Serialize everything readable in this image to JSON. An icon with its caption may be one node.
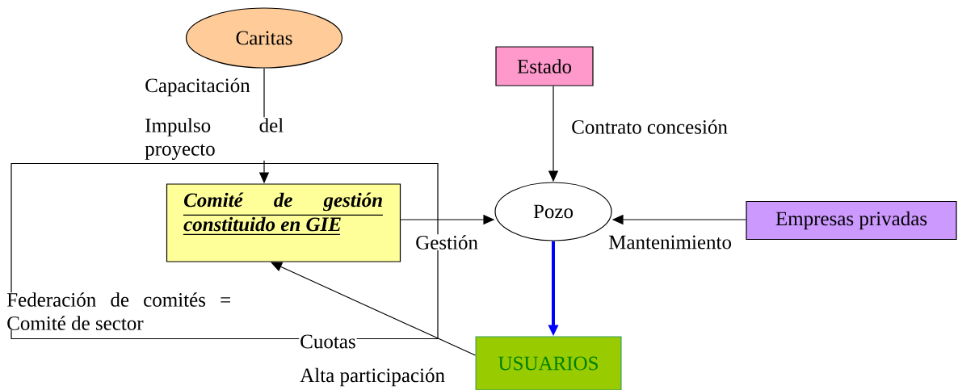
{
  "diagram": {
    "nodes": [
      {
        "text": [
          "Caritas"
        ]
      },
      {
        "text": [
          "Federación de comités = Comité de sector"
        ]
      },
      {
        "text": [
          "Comité de gestión constituido en GIE"
        ],
        "in": 1
      },
      {
        "text": [
          "Estado"
        ]
      },
      {
        "text": [
          "Pozo"
        ]
      },
      {
        "text": [
          "Empresas privadas"
        ]
      },
      {
        "text": [
          "USUARIOS"
        ]
      }
    ],
    "edges": [
      {
        "from": 0,
        "to": 2,
        "arrow": "to",
        "label": "Capacitación"
      },
      {
        "from": 2,
        "to": 4,
        "arrow": "to",
        "label": "Gestión"
      },
      {
        "from": 3,
        "to": 4,
        "arrow": "to",
        "label": "Contrato concesión"
      },
      {
        "from": 5,
        "to": 4,
        "arrow": "to",
        "label": "Mantenimiento"
      },
      {
        "from": 4,
        "to": 6,
        "arrow": "to",
        "style": "thick",
        "color": "#0000ff"
      },
      {
        "from": 6,
        "to": 2,
        "arrow": "to",
        "label": "Cuotas"
      }
    ],
    "labels": [
      "Impulso del proyecto",
      "Alta participación"
    ]
  }
}
